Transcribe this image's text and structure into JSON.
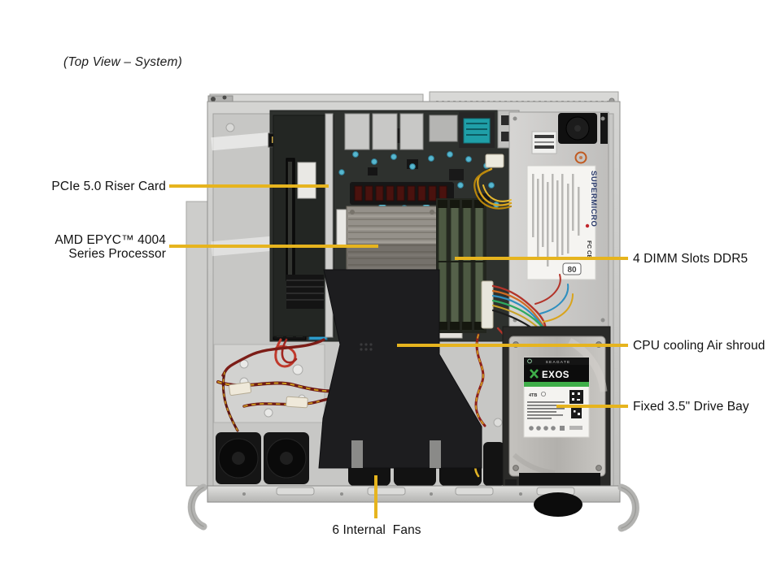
{
  "figure": {
    "title": "(Top View – System)"
  },
  "colors": {
    "callout_line": "#e6b41e",
    "chassis_metal": "#c9c9c7",
    "motherboard_pcb": "#2e312e",
    "air_shroud": "#1d1d1f",
    "drive_label_green": "#3fae49",
    "capacitor_teal": "#57b7cf"
  },
  "callouts": [
    {
      "id": "pcie-riser-card",
      "label": "PCIe 5.0 Riser Card"
    },
    {
      "id": "cpu",
      "label": "AMD EPYC™ 4004\nSeries Processor"
    },
    {
      "id": "dimm-slots",
      "label": "4 DIMM Slots DDR5"
    },
    {
      "id": "air-shroud",
      "label": "CPU cooling Air shroud"
    },
    {
      "id": "drive-bay",
      "label": "Fixed 3.5\" Drive Bay"
    },
    {
      "id": "fans",
      "label": "6 Internal  Fans"
    }
  ],
  "scene": {
    "psu": {
      "brand": "SUPERMICRO",
      "efficiency_badge": "80",
      "cert_marks": "FC CE"
    },
    "drive": {
      "brand": "SEAGATE",
      "product": "EXOS",
      "capacity": "4TB"
    }
  }
}
